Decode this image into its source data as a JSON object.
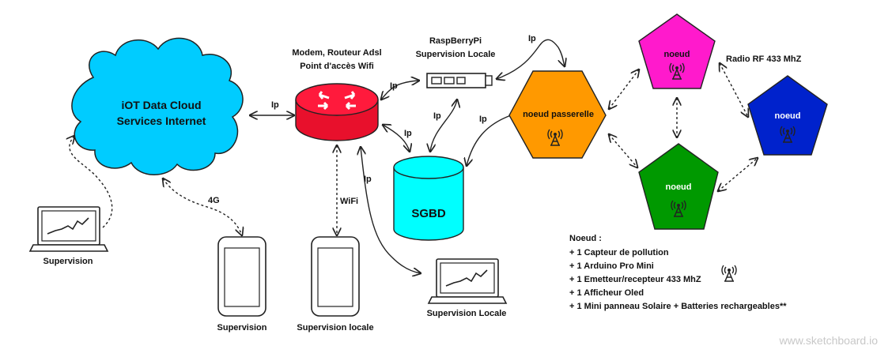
{
  "nodes": {
    "cloud": {
      "line1": "iOT Data Cloud",
      "line2": "Services Internet"
    },
    "router": {
      "line1": "Modem, Routeur Adsl",
      "line2": "Point d'accès Wifi"
    },
    "raspberry": {
      "line1": "RaspBerryPi",
      "line2": "Supervision Locale"
    },
    "gateway": {
      "label": "noeud passerelle"
    },
    "sgbd": {
      "label": "SGBD"
    },
    "node_pink": {
      "label": "noeud"
    },
    "node_blue": {
      "label": "noeud"
    },
    "node_green": {
      "label": "noeud"
    },
    "laptop_left": {
      "label": "Supervision"
    },
    "phone_left": {
      "label": "Supervision"
    },
    "phone_right": {
      "label": "Supervision locale"
    },
    "laptop_right": {
      "label": "Supervision Locale"
    }
  },
  "edge_labels": {
    "cloud_router": "Ip",
    "router_raspberry": "Ip",
    "router_sgbd": "Ip",
    "raspberry_sgbd": "Ip",
    "raspberry_gateway": "Ip",
    "gateway_sgbd": "Ip",
    "router_laptop": "Ip",
    "cloud_phone": "4G",
    "router_phone": "WiFi",
    "radio": "Radio RF 433 MhZ"
  },
  "legend": {
    "title": "Noeud :",
    "items": [
      "+ 1 Capteur de pollution",
      "+ 1 Arduino Pro Mini",
      "+ 1 Emetteur/recepteur 433 MhZ",
      "+ 1 Afficheur Oled",
      "+ 1 Mini panneau Solaire + Batteries rechargeables**"
    ]
  },
  "watermark": "www.sketchboard.io",
  "colors": {
    "cloud": "#00ccff",
    "router": "#ff1a3c",
    "gateway": "#ff9900",
    "sgbd": "#00ffff",
    "node_pink": "#ff1acc",
    "node_blue": "#0022cc",
    "node_green": "#009900"
  },
  "icons": [
    "router-arrows-icon",
    "antenna-icon",
    "laptop-icon",
    "smartphone-icon",
    "raspberry-board-icon"
  ]
}
